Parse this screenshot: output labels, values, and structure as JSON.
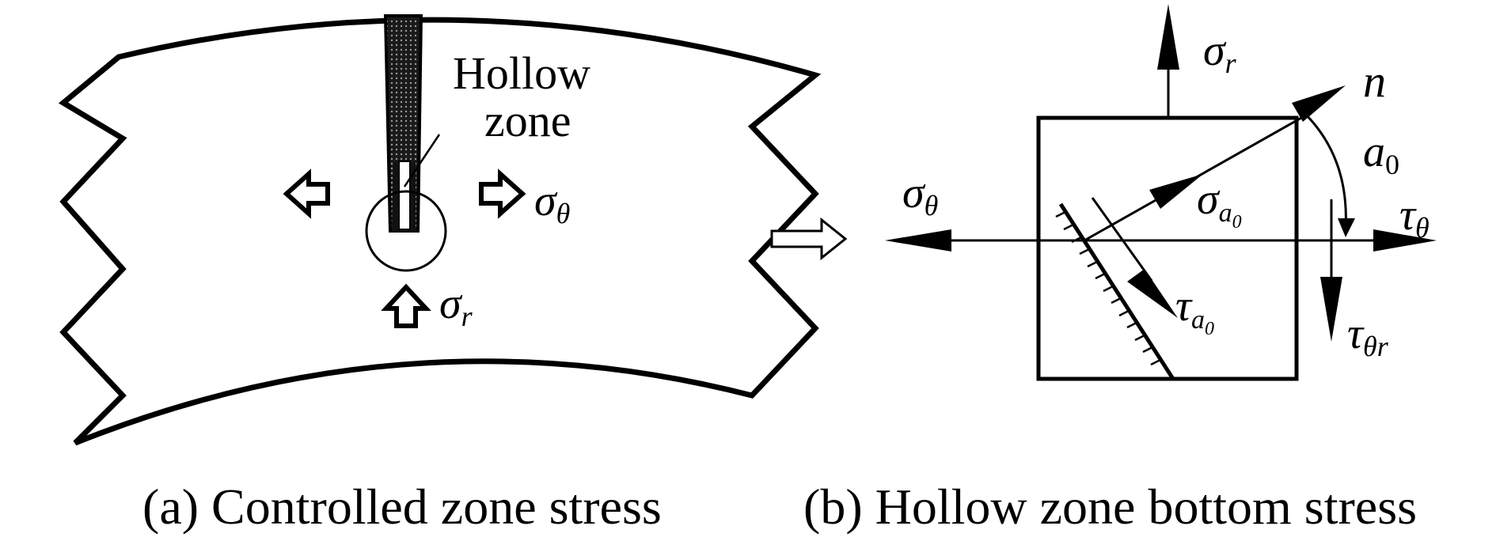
{
  "panel_a": {
    "hollow_label_line1": "Hollow",
    "hollow_label_line2": "zone",
    "sigma_theta": {
      "symbol": "σ",
      "subscript": "θ"
    },
    "sigma_r": {
      "symbol": "σ",
      "subscript": "r"
    },
    "caption": "(a) Controlled zone stress"
  },
  "panel_b": {
    "sigma_r": {
      "symbol": "σ",
      "subscript": "r"
    },
    "n_label": "n",
    "a0": {
      "symbol": "a",
      "subscript": "0"
    },
    "sigma_theta": {
      "symbol": "σ",
      "subscript": "θ"
    },
    "sigma_a0": {
      "symbol": "σ",
      "subscript": "a",
      "subsubscript": "0"
    },
    "tau_theta": {
      "symbol": "τ",
      "subscript": "θ"
    },
    "tau_a0": {
      "symbol": "τ",
      "subscript": "a",
      "subsubscript": "0"
    },
    "tau_theta_r": {
      "symbol": "τ",
      "subscript": "θr"
    },
    "caption": "(b) Hollow zone bottom stress"
  }
}
